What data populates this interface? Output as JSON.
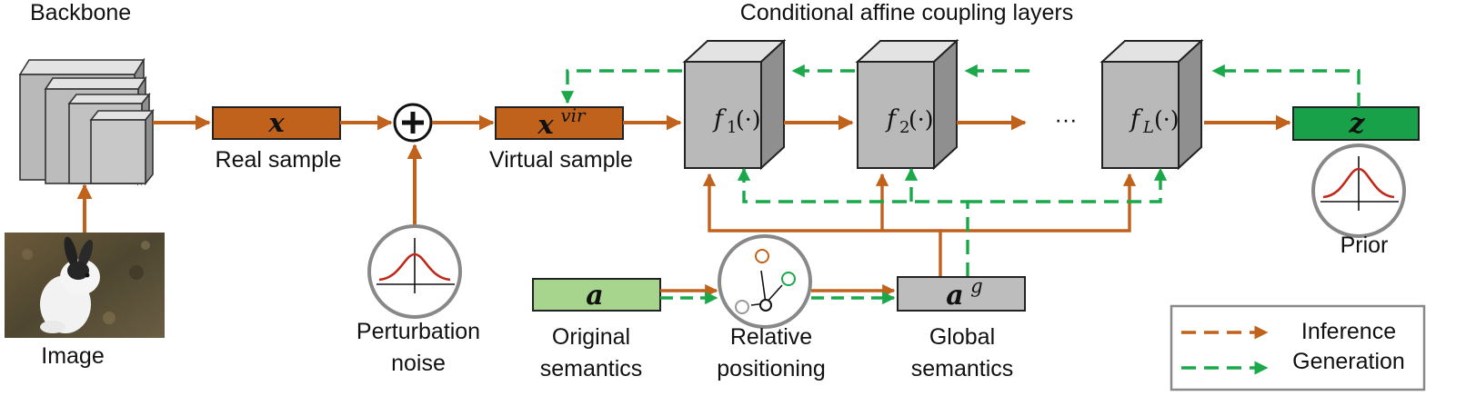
{
  "labels": {
    "backbone": "Backbone",
    "conditional_layers": "Conditional affine coupling layers",
    "real_sample": "Real sample",
    "virtual_sample": "Virtual sample",
    "image": "Image",
    "perturbation_line1": "Perturbation",
    "perturbation_line2": "noise",
    "original_line1": "Original",
    "original_line2": "semantics",
    "relative_line1": "Relative",
    "relative_line2": "positioning",
    "global_line1": "Global",
    "global_line2": "semantics",
    "prior": "Prior",
    "ellipsis": "···"
  },
  "math": {
    "x": "x",
    "x_vir_base": "x",
    "x_vir_sup": "vir",
    "z": "z",
    "a": "a",
    "ag_base": "a",
    "ag_sup": "g",
    "f1_base": "f",
    "f1_sub": "1",
    "f2_base": "f",
    "f2_sub": "2",
    "fL_base": "f",
    "fL_sub": "L",
    "f_arg": "(·)"
  },
  "legend": {
    "inference": "Inference",
    "generation": "Generation"
  },
  "colors": {
    "orange_arrow": "#c0621b",
    "green_arrow": "#1aa84a",
    "orange_box": "#c0621b",
    "green_box": "#19a14a",
    "light_green_box": "#a8d58e",
    "gray_box": "#bdbdbd",
    "cube_front": "#b9b9b9",
    "cube_top": "#e3e3e3",
    "cube_side": "#8f8f8f",
    "gauss_curve": "#c0281c"
  }
}
